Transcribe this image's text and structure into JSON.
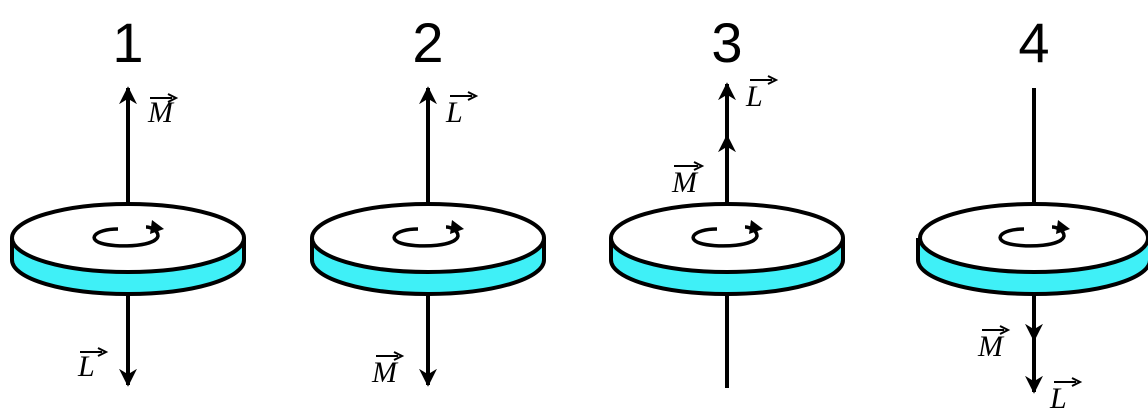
{
  "panels": [
    {
      "number": "1",
      "upper": [
        {
          "label": "M"
        }
      ],
      "lower": [
        {
          "label": "L"
        }
      ]
    },
    {
      "number": "2",
      "upper": [
        {
          "label": "L"
        }
      ],
      "lower": [
        {
          "label": "M"
        }
      ]
    },
    {
      "number": "3",
      "upper": [
        {
          "label": "M"
        },
        {
          "label": "L"
        }
      ],
      "lower": []
    },
    {
      "number": "4",
      "upper": [],
      "lower": [
        {
          "label": "M"
        },
        {
          "label": "L"
        }
      ]
    }
  ],
  "colors": {
    "disk_face": "#ffffff",
    "disk_rim": "#3ff0f7",
    "stroke": "#000000",
    "text": "#000000"
  }
}
